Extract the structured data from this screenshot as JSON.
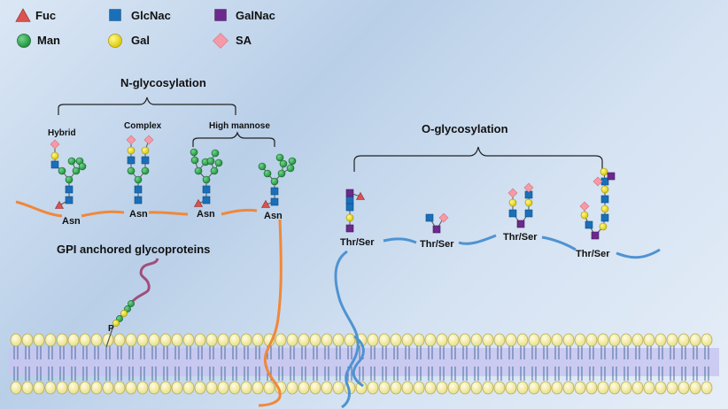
{
  "legend": {
    "fuc": "Fuc",
    "glcnac": "GlcNac",
    "galnac": "GalNac",
    "man": "Man",
    "gal": "Gal",
    "sa": "SA"
  },
  "n_glycosylation": {
    "title": "N-glycosylation",
    "hybrid": "Hybrid",
    "complex": "Complex",
    "high_mannose": "High mannose",
    "site": "Asn"
  },
  "o_glycosylation": {
    "title": "O-glycosylation",
    "site": "Thr/Ser"
  },
  "gpi": {
    "title": "GPI anchored glycoproteins",
    "phosphate": "P"
  },
  "colors": {
    "fuc": "#d9534f",
    "glcnac": "#1a6fb8",
    "galnac": "#6b2a8c",
    "man": "#2aa84a",
    "gal": "#f2e21a",
    "sa": "#f59aa6",
    "n_chain": "#f0883a",
    "o_chain": "#4f93d1",
    "gpi_chain": "#a04e7a"
  }
}
